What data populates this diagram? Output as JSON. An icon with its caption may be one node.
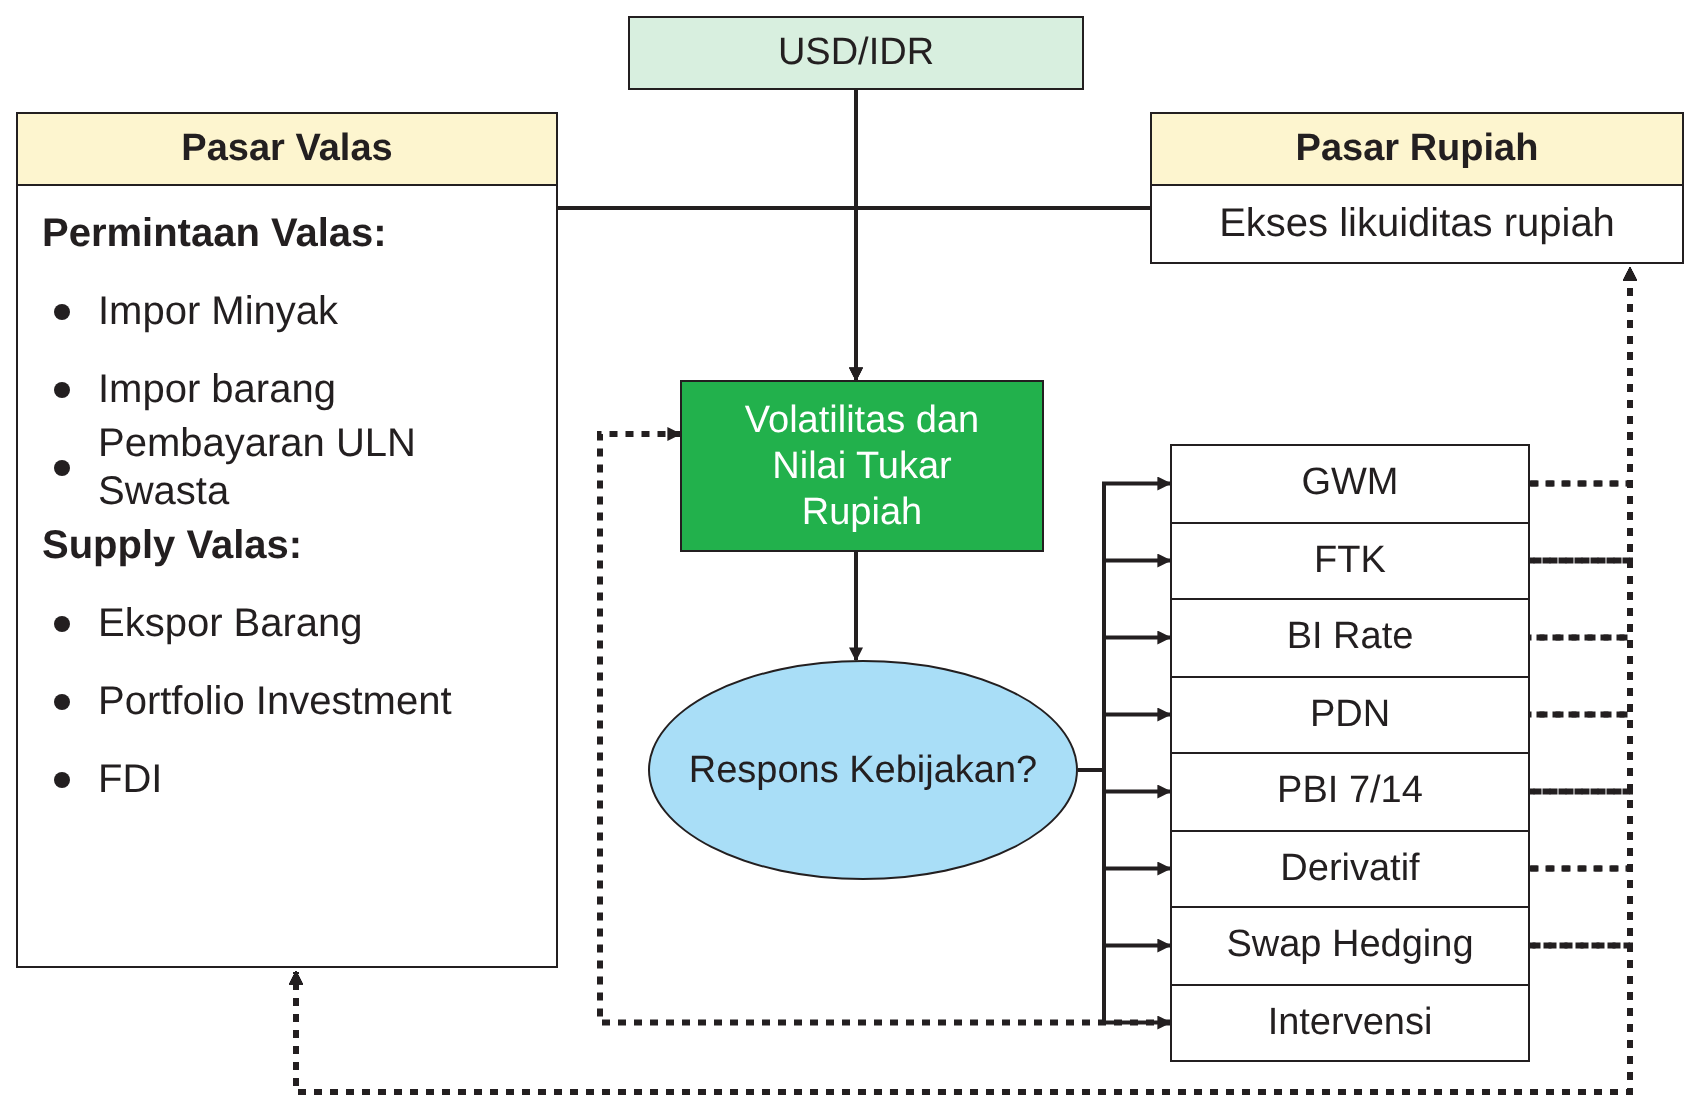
{
  "diagram": {
    "nodes": [
      {
        "text": [
          "USD/IDR"
        ]
      },
      {
        "text": [
          "Pasar Valas",
          "Permintaan Valas:",
          "Impor Minyak",
          "Impor barang",
          "Pembayaran ULN Swasta",
          "Supply Valas:",
          "Ekspor Barang",
          "Portfolio Investment",
          "FDI"
        ]
      },
      {
        "text": [
          "Pasar Rupiah",
          "Ekses likuiditas rupiah"
        ]
      },
      {
        "text": [
          "Volatilitas dan Nilai Tukar Rupiah"
        ]
      },
      {
        "text": [
          "Respons Kebijakan?"
        ]
      },
      {
        "text": [
          "GWM"
        ]
      },
      {
        "text": [
          "FTK"
        ]
      },
      {
        "text": [
          "BI Rate"
        ]
      },
      {
        "text": [
          "PDN"
        ]
      },
      {
        "text": [
          "PBI 7/14"
        ]
      },
      {
        "text": [
          "Derivatif"
        ]
      },
      {
        "text": [
          "Swap Hedging"
        ]
      },
      {
        "text": [
          "Intervensi"
        ]
      }
    ],
    "edges": [
      {
        "from": 0,
        "to": 3,
        "arrow": "to"
      },
      {
        "from": 1,
        "to": 3,
        "arrow": "to"
      },
      {
        "from": 2,
        "to": 3,
        "arrow": "to"
      },
      {
        "from": 3,
        "to": 4,
        "arrow": "to"
      },
      {
        "from": 4,
        "to": 5,
        "arrow": "to"
      },
      {
        "from": 4,
        "to": 6,
        "arrow": "to"
      },
      {
        "from": 4,
        "to": 7,
        "arrow": "to"
      },
      {
        "from": 4,
        "to": 8,
        "arrow": "to"
      },
      {
        "from": 4,
        "to": 9,
        "arrow": "to"
      },
      {
        "from": 4,
        "to": 10,
        "arrow": "to"
      },
      {
        "from": 4,
        "to": 11,
        "arrow": "to"
      },
      {
        "from": 4,
        "to": 12,
        "arrow": "to"
      },
      {
        "from": 12,
        "to": 3,
        "arrow": "to",
        "style": "dashed"
      },
      {
        "from": 5,
        "to": 2,
        "arrow": "to",
        "style": "dashed"
      },
      {
        "from": 6,
        "to": 2,
        "arrow": "to",
        "style": "dashed"
      },
      {
        "from": 7,
        "to": 2,
        "arrow": "to",
        "style": "dashed"
      },
      {
        "from": 8,
        "to": 2,
        "arrow": "to",
        "style": "dashed"
      },
      {
        "from": 9,
        "to": 2,
        "arrow": "to",
        "style": "dashed"
      },
      {
        "from": 10,
        "to": 2,
        "arrow": "to",
        "style": "dashed"
      },
      {
        "from": 11,
        "to": 2,
        "arrow": "to",
        "style": "dashed"
      },
      {
        "from": 5,
        "to": 1,
        "arrow": "to",
        "style": "dashed"
      },
      {
        "from": 6,
        "to": 1,
        "arrow": "to",
        "style": "dashed"
      },
      {
        "from": 7,
        "to": 1,
        "arrow": "to",
        "style": "dashed"
      },
      {
        "from": 8,
        "to": 1,
        "arrow": "to",
        "style": "dashed"
      },
      {
        "from": 9,
        "to": 1,
        "arrow": "to",
        "style": "dashed"
      },
      {
        "from": 10,
        "to": 1,
        "arrow": "to",
        "style": "dashed"
      },
      {
        "from": 11,
        "to": 1,
        "arrow": "to",
        "style": "dashed"
      }
    ]
  }
}
